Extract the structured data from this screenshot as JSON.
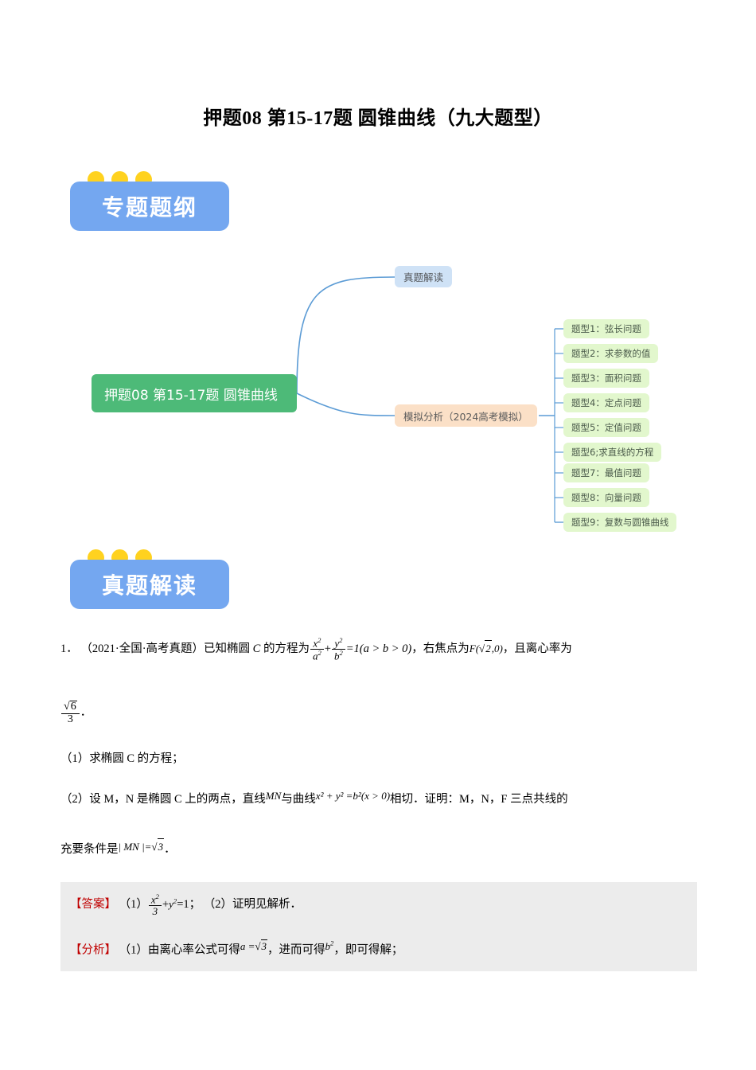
{
  "document": {
    "title": "押题08 第15-17题 圆锥曲线（九大题型）"
  },
  "banners": [
    {
      "id": "outline",
      "label": "专题题纲",
      "color": "#74a7f0",
      "dot_color": "#ffd21f",
      "dot_count": 3
    },
    {
      "id": "real",
      "label": "真题解读",
      "color": "#74a7f0",
      "dot_color": "#ffd21f",
      "dot_count": 3
    }
  ],
  "mindmap": {
    "root": {
      "label": "押题08 第15-17题 圆锥曲线",
      "color": "#4dba78"
    },
    "branches": [
      {
        "label": "真题解读",
        "color": "#cfe2f6"
      },
      {
        "label": "模拟分析（2024高考模拟）",
        "color": "#fbe0c7"
      }
    ],
    "leaves": [
      {
        "label": "题型1：弦长问题"
      },
      {
        "label": "题型2：求参数的值"
      },
      {
        "label": "题型3：面积问题"
      },
      {
        "label": "题型4：定点问题"
      },
      {
        "label": "题型5：定值问题"
      },
      {
        "label": "题型6;求直线的方程"
      },
      {
        "label": "题型7：最值问题"
      },
      {
        "label": "题型8：向量问题"
      },
      {
        "label": "题型9：复数与圆锥曲线"
      }
    ],
    "leaf_color": "#e2f7cd",
    "line_color": "#5b9bd5"
  },
  "problem": {
    "number": "1．",
    "source": "（2021·全国·高考真题）",
    "stem_a": "已知椭圆",
    "stem_var": "C",
    "stem_b": "的方程为",
    "equation_num_x": "x",
    "equation_den_a": "a",
    "equation_num_y": "y",
    "equation_den_b": "b",
    "equation_tail": "=1(a > b > 0)",
    "stem_c": "，右焦点为",
    "focus": "F(√2,0)",
    "focus_text_pre": "F(",
    "focus_text_post": ",0)",
    "focus_radicand": "2",
    "stem_d": "，且离心率为",
    "ecc_num_radicand": "6",
    "ecc_den": "3",
    "ecc_tail": "．",
    "q1": "（1）求椭圆 C 的方程；",
    "q2_a": "（2）设 M，N 是椭圆 C 上的两点，直线",
    "q2_mn": "MN",
    "q2_b": "与曲线",
    "q2_curve": "x² + y² =b²(x > 0)",
    "q2_c": "相切．证明：M，N，F 三点共线的",
    "q3_a": "充要条件是",
    "q3_expr": "| MN |=",
    "q3_radicand": "3",
    "q3_tail": "．"
  },
  "answer": {
    "answer_tag": "【答案】",
    "answer_part1_pre": "（1）",
    "answer_frac_num": "x",
    "answer_frac_den": "3",
    "answer_part1_post": "=1；",
    "answer_part1_y": "y",
    "answer_part2": "（2）证明见解析．",
    "analysis_tag": "【分析】",
    "analysis_a": "（1）由离心率公式可得",
    "analysis_expr1_pre": "a =",
    "analysis_expr1_radicand": "3",
    "analysis_b": "，进而可得",
    "analysis_expr2": "b",
    "analysis_c": "，即可得解；",
    "tag_color": "#c00000",
    "bg_color": "#ececec"
  }
}
